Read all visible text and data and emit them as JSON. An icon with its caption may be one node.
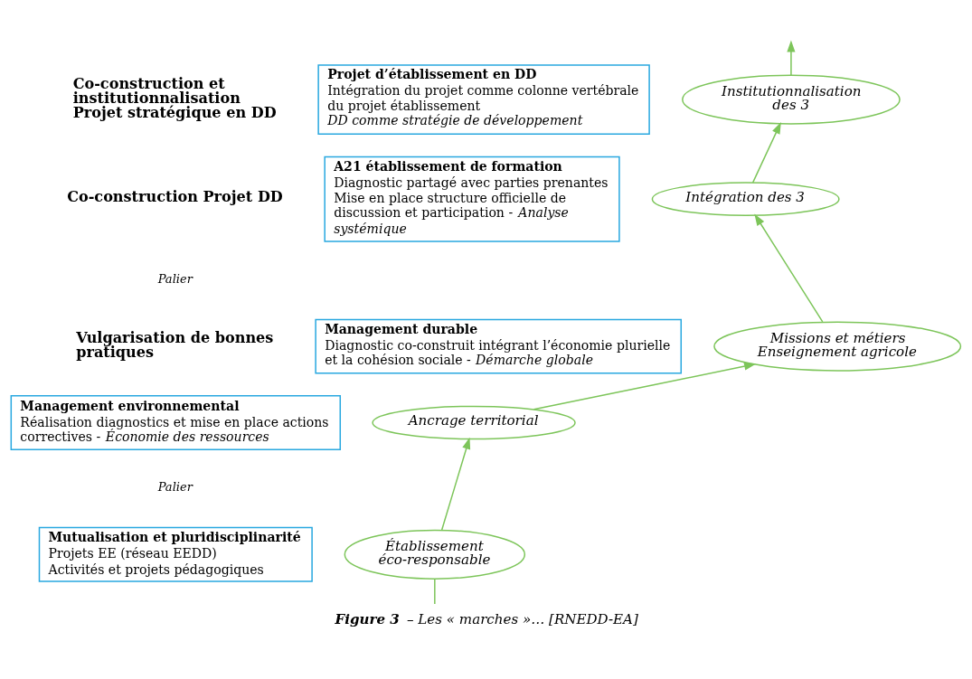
{
  "diagram": {
    "caption": "**Figure 3** – Les « marches »… [RNEDD-EA]",
    "nodes": [
      {
        "text": [
          "Projet d’établissement en DD",
          "Intégration du projet comme colonne vertébrale du projet établissement",
          "DD comme stratégie de développement"
        ]
      },
      {
        "text": [
          "A21 établissement de formation",
          "Diagnostic partagé avec parties prenantes",
          "Mise en place structure officielle de discussion et participation - *Analyse systémique*"
        ]
      },
      {
        "text": [
          "Management durable",
          "Diagnostic co-construit intégrant l’économie plurielle et la cohésion sociale - *Démarche globale*"
        ]
      },
      {
        "text": [
          "Management environnemental",
          "Réalisation diagnostics et mise en place actions correctives - *Économie des ressources*"
        ]
      },
      {
        "text": [
          "Mutualisation et pluridisciplinarité",
          "Projets EE (réseau EEDD)",
          "Activités et projets pédagogiques"
        ]
      },
      {
        "text": [
          "Institutionnalisation des 3"
        ]
      },
      {
        "text": [
          "Intégration des 3"
        ]
      },
      {
        "text": [
          "Missions et métiers Enseignement agricole"
        ]
      },
      {
        "text": [
          "Ancrage territorial"
        ]
      },
      {
        "text": [
          "Établissement éco-responsable"
        ]
      }
    ],
    "edges": [
      {
        "from": 9,
        "to": 8,
        "arrow": "to"
      },
      {
        "from": 8,
        "to": 7,
        "arrow": "to"
      },
      {
        "from": 7,
        "to": 6,
        "arrow": "to"
      },
      {
        "from": 6,
        "to": 5,
        "arrow": "to"
      },
      {
        "from": 5,
        "to": null,
        "arrow": "to"
      },
      {
        "from": null,
        "to": 9,
        "arrow": "none"
      }
    ],
    "labels": [
      "Co-construction et institutionnalisation Projet stratégique en DD",
      "Co-construction Projet DD",
      "Palier",
      "Vulgarisation de bonnes pratiques",
      "Palier"
    ]
  }
}
